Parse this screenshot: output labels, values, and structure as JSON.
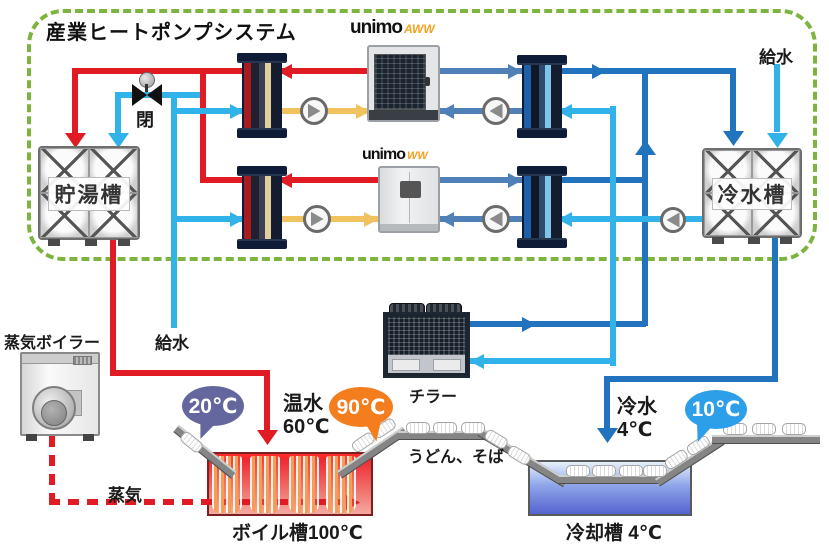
{
  "system": {
    "title": "産業ヒートポンプシステム"
  },
  "colors": {
    "red": "#e01b24",
    "yellow": "#f0c35e",
    "steel": "#4f81b8",
    "blue": "#2273be",
    "cyan": "#31b2e8",
    "green": "#7db440",
    "slate": "#64679e",
    "orange": "#f47d1e",
    "skyblue": "#2d9fe8",
    "logo_orange": "#f5a01e"
  },
  "units": {
    "unimo_aww": {
      "brand": "unimo",
      "model": "AWW"
    },
    "unimo_ww": {
      "brand": "unimo",
      "model": "WW"
    },
    "hot_storage_tank": "貯湯槽",
    "cold_water_tank": "冷水槽",
    "chiller": "チラー",
    "steam_boiler": "蒸気ボイラー"
  },
  "labels": {
    "valve_closed": "閉",
    "feed_water_top": "給水",
    "feed_water_bottom": "給水",
    "steam": "蒸気",
    "hot_water": "温水",
    "hot_water_temp": "60℃",
    "cold_water": "冷水",
    "cold_water_temp": "4℃",
    "noodles": "うどん、そば",
    "boil_tank": "ボイル槽100℃",
    "cooling_tank": "冷却槽 4℃"
  },
  "badges": {
    "boil_in_temp": "20℃",
    "boil_out_temp": "90℃",
    "cool_out_temp": "10℃"
  }
}
